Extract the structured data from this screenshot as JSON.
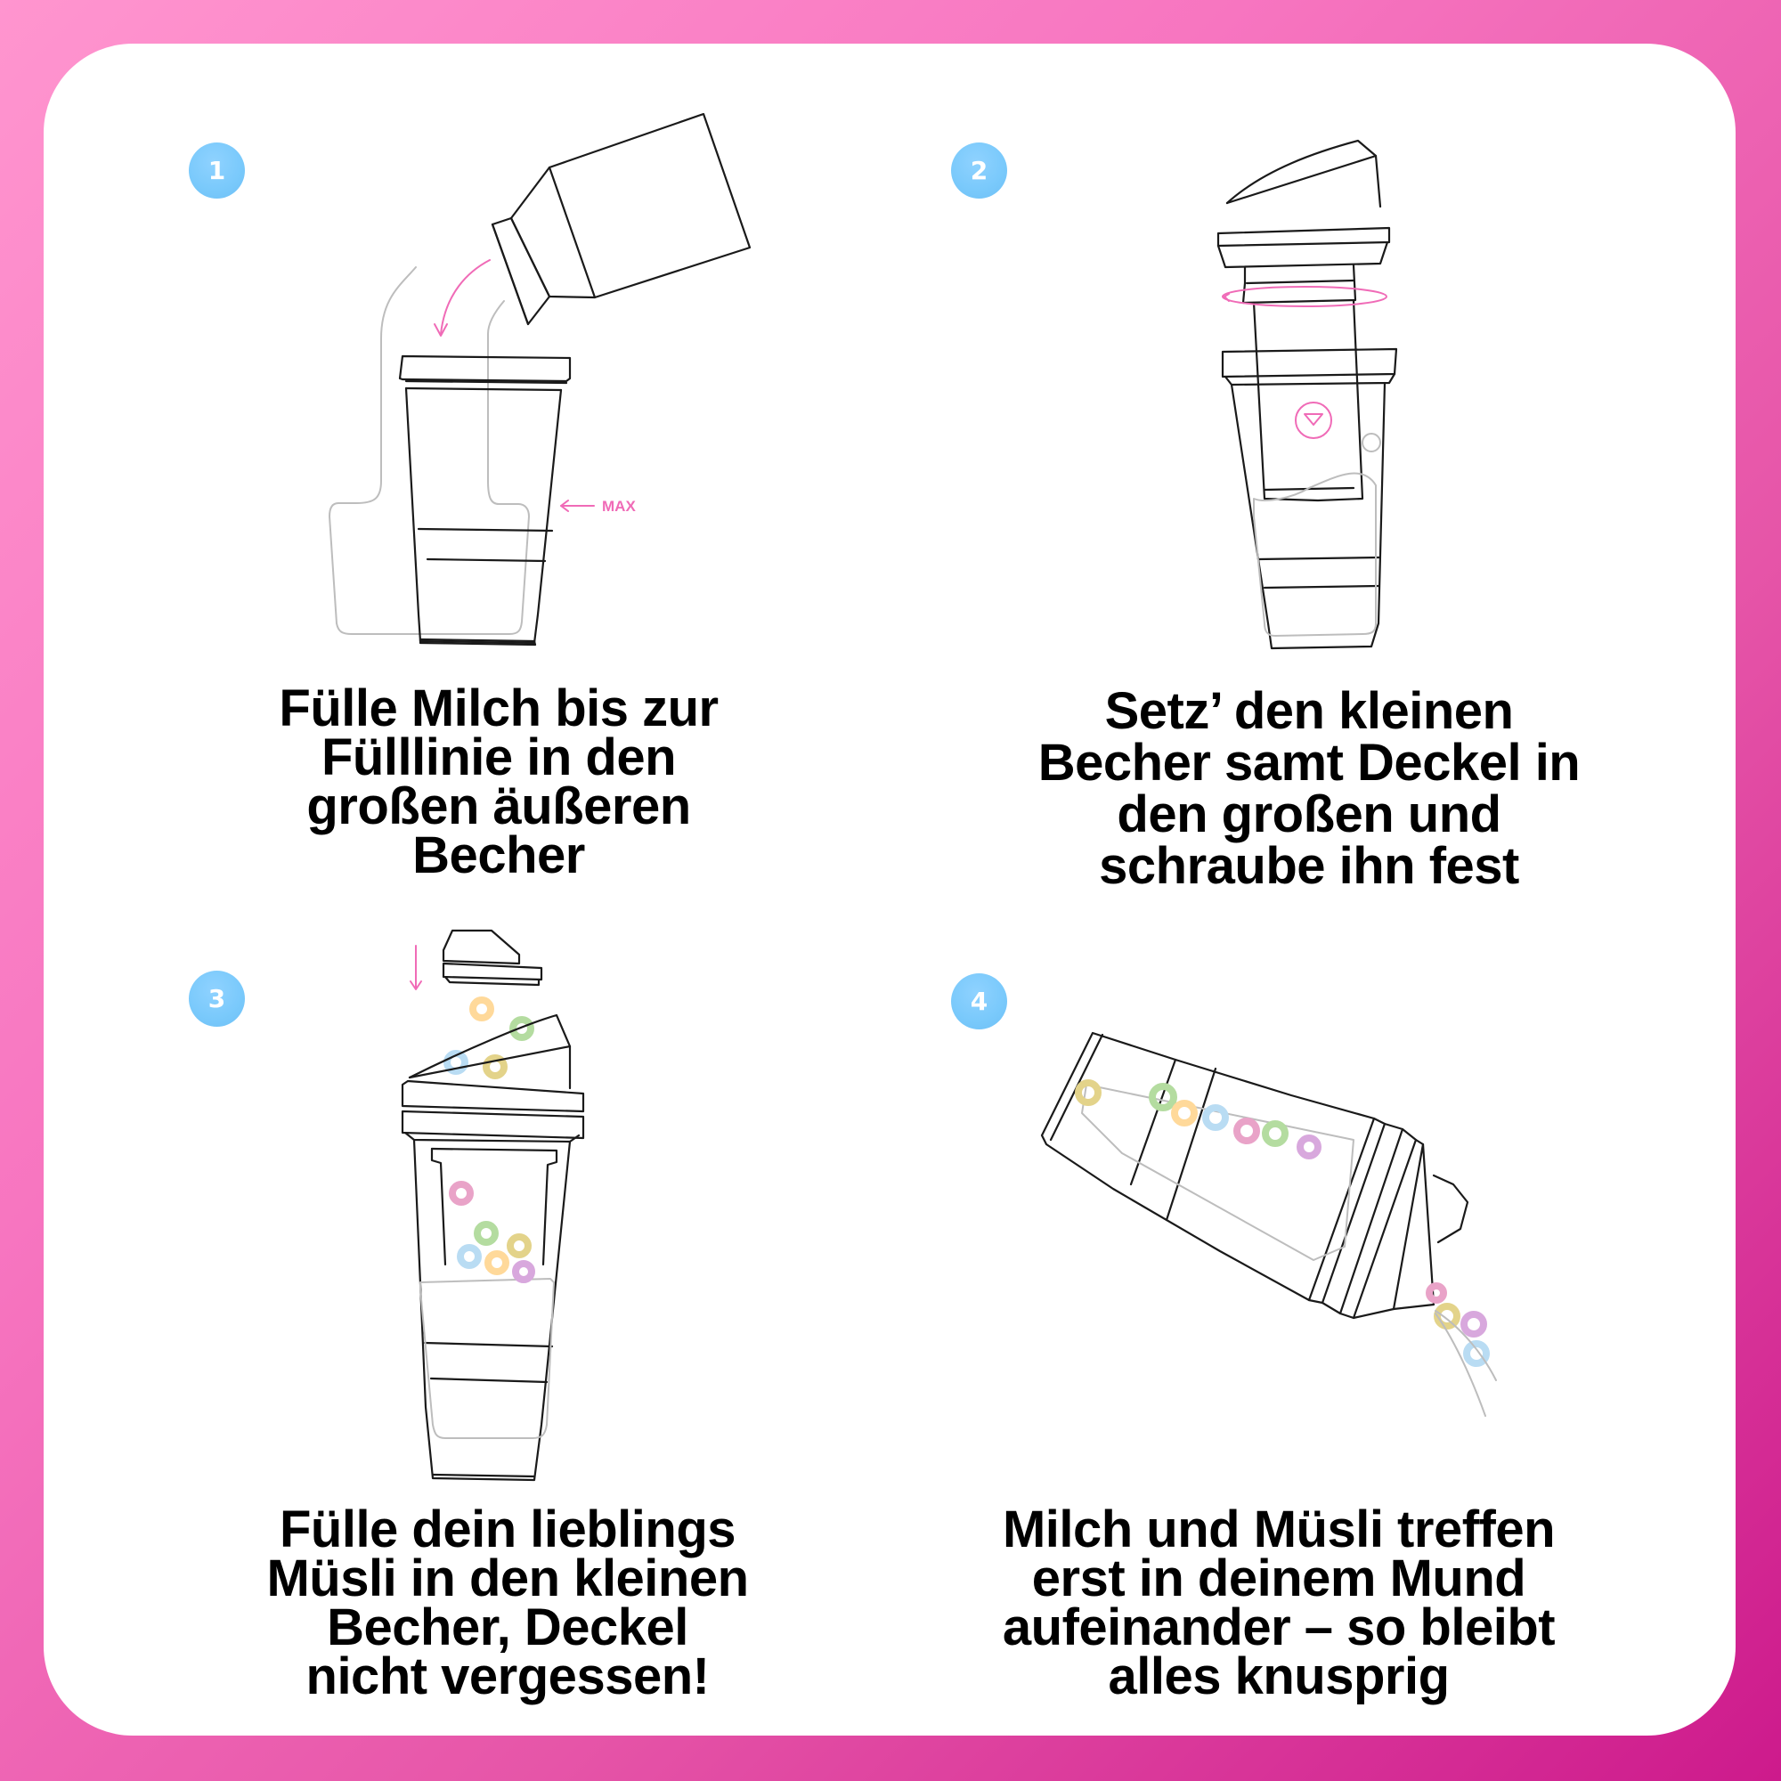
{
  "colors": {
    "frame_gradient": [
      "#ff95cf",
      "#cd1a8c"
    ],
    "card_background": "#ffffff",
    "badge": "#79c9fb",
    "accent_pink": "#f06bb7",
    "text": "#000000",
    "cereal": [
      "#ffd99a",
      "#b4dca0",
      "#b9dcf3",
      "#e3d38a",
      "#e9a3c8",
      "#d8a8dd"
    ]
  },
  "steps": [
    {
      "number": "1",
      "caption_lines": [
        "Fülle Milch bis zur",
        "Fülllinie in den",
        "großen äußeren",
        "Becher"
      ],
      "illustration": "milk-carton-pouring-into-cup",
      "label": "MAX"
    },
    {
      "number": "2",
      "caption_lines": [
        "Setz’ den kleinen",
        "Becher samt Deckel in",
        "den großen und",
        "schraube ihn fest"
      ],
      "illustration": "inner-cup-screwing-into-outer-cup"
    },
    {
      "number": "3",
      "caption_lines": [
        "Fülle dein lieblings",
        "Müsli in den kleinen",
        "Becher, Deckel",
        "nicht vergessen!"
      ],
      "illustration": "cereal-filling-inner-cup-with-lid"
    },
    {
      "number": "4",
      "caption_lines": [
        "Milch und Müsli treffen",
        "erst in deinem Mund",
        "aufeinander – so bleibt",
        "alles knusprig"
      ],
      "illustration": "tilted-cup-pouring-milk-and-cereal"
    }
  ]
}
